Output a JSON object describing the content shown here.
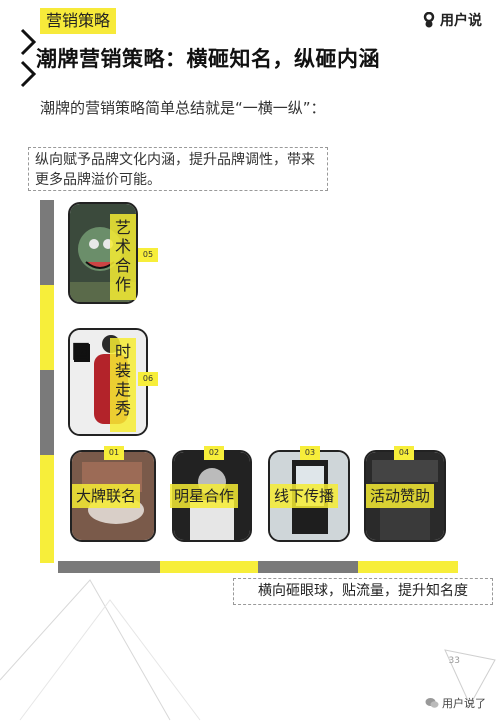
{
  "header": {
    "section_tag": "营销策略",
    "brand": "用户说",
    "title": "潮牌营销策略：横砸知名，纵砸内涵",
    "subtitle": "潮牌的营销策略简单总结就是“一横一纵”："
  },
  "vertical": {
    "note": "纵向赋予品牌文化内涵，提升品牌调性，带来更多品牌溢价可能。",
    "items": [
      {
        "label": "艺术合作",
        "num": "05"
      },
      {
        "label": "时装走秀",
        "num": "06"
      }
    ]
  },
  "horizontal": {
    "note": "横向砸眼球，贴流量，提升知名度",
    "items": [
      {
        "label": "大牌联名",
        "num": "01"
      },
      {
        "label": "明星合作",
        "num": "02"
      },
      {
        "label": "线下传播",
        "num": "03"
      },
      {
        "label": "活动赞助",
        "num": "04"
      }
    ]
  },
  "footer": {
    "watermark": "用户说了",
    "page": "33"
  },
  "colors": {
    "accent": "#f7ea3a",
    "axis_gray": "#7a7a7a"
  }
}
